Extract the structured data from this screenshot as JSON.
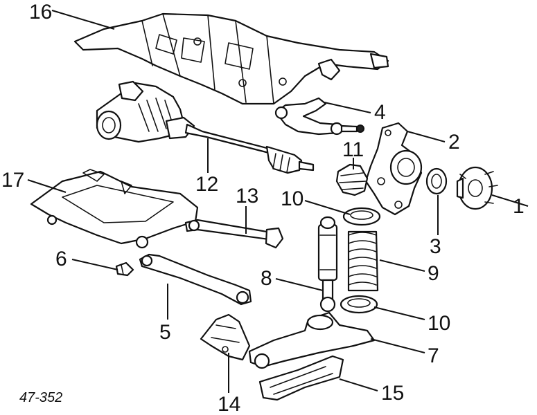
{
  "figure_ref": "47-352",
  "callouts": [
    "1",
    "2",
    "3",
    "4",
    "5",
    "6",
    "7",
    "8",
    "9",
    "10",
    "10",
    "11",
    "12",
    "13",
    "14",
    "15",
    "16",
    "17"
  ]
}
